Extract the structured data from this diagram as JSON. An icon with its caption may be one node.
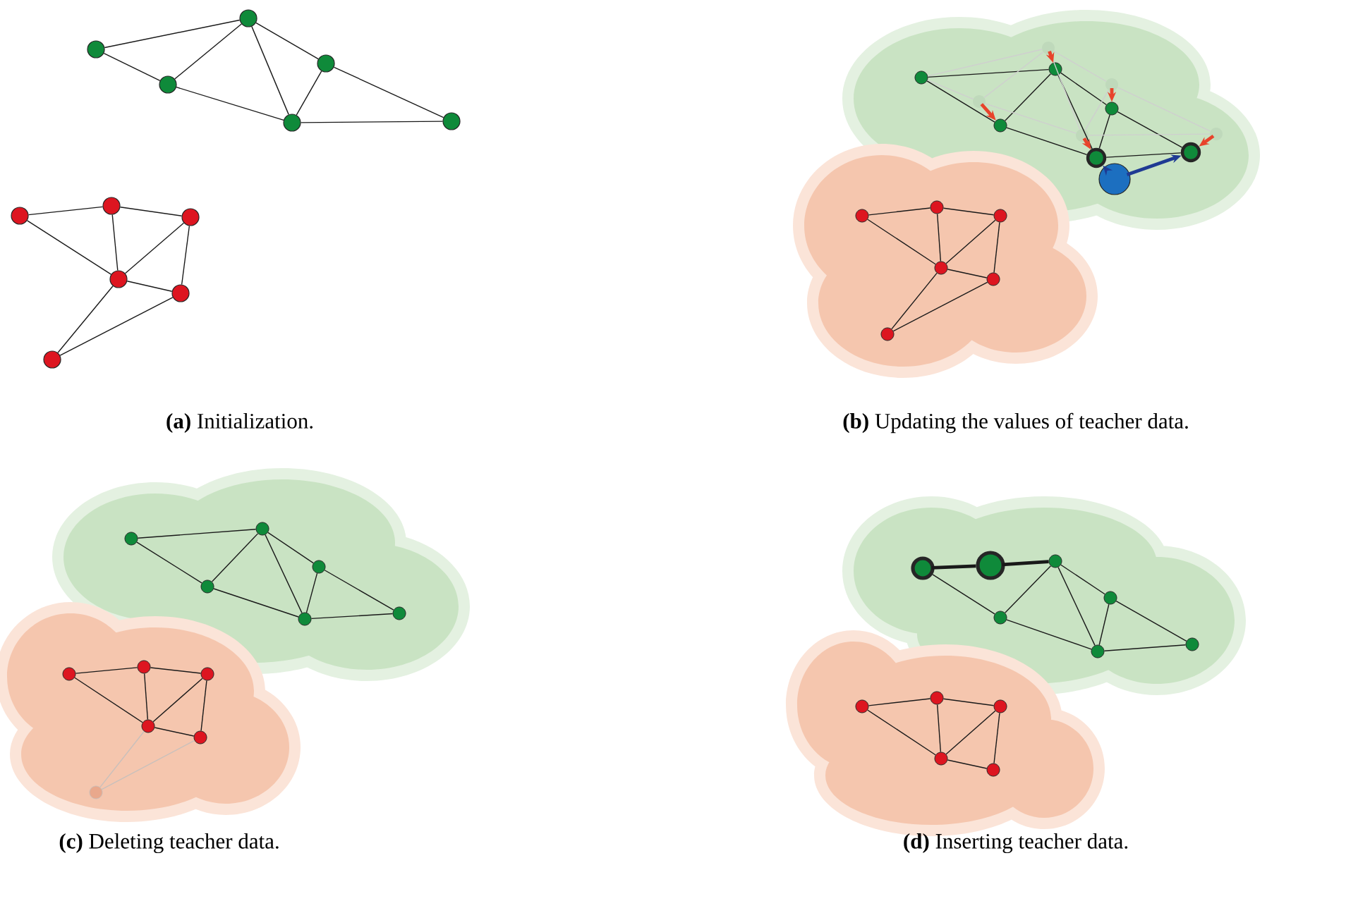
{
  "diagram": {
    "nodes": [
      {
        "text": [],
        "shape": "circle"
      },
      {
        "text": [],
        "shape": "circle"
      },
      {
        "text": [],
        "shape": "circle"
      },
      {
        "text": [],
        "shape": "circle"
      },
      {
        "text": [],
        "shape": "circle"
      },
      {
        "text": [],
        "shape": "circle"
      },
      {
        "text": [],
        "shape": "circle"
      },
      {
        "text": [],
        "shape": "circle"
      },
      {
        "text": [],
        "shape": "circle"
      },
      {
        "text": [],
        "shape": "circle"
      },
      {
        "text": [],
        "shape": "circle"
      },
      {
        "text": [],
        "shape": "circle"
      },
      {
        "text": [],
        "shape": "circle"
      },
      {
        "text": [],
        "shape": "circle"
      },
      {
        "text": [],
        "shape": "circle"
      },
      {
        "text": [],
        "shape": "circle"
      },
      {
        "text": [],
        "shape": "circle"
      },
      {
        "text": [],
        "shape": "circle"
      },
      {
        "text": [],
        "shape": "circle"
      },
      {
        "text": [],
        "shape": "circle"
      },
      {
        "text": [],
        "shape": "circle"
      },
      {
        "text": [],
        "shape": "circle"
      },
      {
        "text": [],
        "shape": "circle"
      },
      {
        "text": [],
        "shape": "circle"
      },
      {
        "text": [],
        "shape": "circle"
      },
      {
        "text": [],
        "shape": "circle"
      },
      {
        "text": [],
        "shape": "circle"
      },
      {
        "text": [],
        "shape": "circle"
      },
      {
        "text": [],
        "shape": "circle"
      },
      {
        "text": [],
        "shape": "circle"
      },
      {
        "text": [],
        "shape": "circle"
      },
      {
        "text": [],
        "shape": "circle"
      },
      {
        "text": [],
        "shape": "circle"
      },
      {
        "text": [],
        "shape": "circle"
      },
      {
        "text": [],
        "shape": "circle"
      },
      {
        "text": [],
        "shape": "circle"
      },
      {
        "text": [],
        "shape": "circle"
      },
      {
        "text": [],
        "shape": "circle"
      },
      {
        "text": [],
        "shape": "circle"
      },
      {
        "text": [],
        "shape": "circle"
      },
      {
        "text": [],
        "shape": "circle"
      },
      {
        "text": [],
        "shape": "circle"
      },
      {
        "text": [],
        "shape": "circle"
      },
      {
        "text": [],
        "shape": "circle"
      },
      {
        "text": [],
        "shape": "circle"
      },
      {
        "text": [],
        "shape": "circle"
      },
      {
        "text": [],
        "shape": "circle"
      },
      {
        "text": [],
        "shape": "circle"
      },
      {
        "text": [],
        "shape": "circle"
      },
      {
        "text": [],
        "shape": "circle"
      },
      {
        "text": [],
        "shape": "circle"
      },
      {
        "text": [],
        "shape": "circle"
      },
      {
        "text": [],
        "shape": "circle"
      },
      {
        "text": [],
        "shape": "circle"
      }
    ],
    "edges": [
      {
        "from": 0,
        "to": 1,
        "arrow": "none"
      },
      {
        "from": 0,
        "to": 2,
        "arrow": "none"
      },
      {
        "from": 2,
        "to": 1,
        "arrow": "none"
      },
      {
        "from": 1,
        "to": 4,
        "arrow": "none"
      },
      {
        "from": 1,
        "to": 3,
        "arrow": "none"
      },
      {
        "from": 2,
        "to": 4,
        "arrow": "none"
      },
      {
        "from": 3,
        "to": 4,
        "arrow": "none"
      },
      {
        "from": 3,
        "to": 5,
        "arrow": "none"
      },
      {
        "from": 4,
        "to": 5,
        "arrow": "none"
      },
      {
        "from": 6,
        "to": 7,
        "arrow": "none"
      },
      {
        "from": 7,
        "to": 8,
        "arrow": "none"
      },
      {
        "from": 6,
        "to": 9,
        "arrow": "none"
      },
      {
        "from": 7,
        "to": 9,
        "arrow": "none"
      },
      {
        "from": 9,
        "to": 8,
        "arrow": "none"
      },
      {
        "from": 8,
        "to": 10,
        "arrow": "none"
      },
      {
        "from": 9,
        "to": 10,
        "arrow": "none"
      },
      {
        "from": 9,
        "to": 11,
        "arrow": "none"
      },
      {
        "from": 11,
        "to": 10,
        "arrow": "none"
      },
      {
        "from": 12,
        "to": 13,
        "arrow": "none"
      },
      {
        "from": 12,
        "to": 14,
        "arrow": "none"
      },
      {
        "from": 14,
        "to": 13,
        "arrow": "none"
      },
      {
        "from": 13,
        "to": 16,
        "arrow": "none"
      },
      {
        "from": 13,
        "to": 15,
        "arrow": "none"
      },
      {
        "from": 14,
        "to": 16,
        "arrow": "none"
      },
      {
        "from": 15,
        "to": 16,
        "arrow": "none"
      },
      {
        "from": 15,
        "to": 17,
        "arrow": "none"
      },
      {
        "from": 16,
        "to": 17,
        "arrow": "none"
      },
      {
        "from": 18,
        "to": 17,
        "arrow": "to",
        "style": "thick",
        "color": "#1f3a93"
      },
      {
        "from": 18,
        "to": 16,
        "arrow": "to",
        "color": "#1f3a93"
      },
      {
        "from": 19,
        "to": 20,
        "arrow": "none"
      },
      {
        "from": 20,
        "to": 21,
        "arrow": "none"
      },
      {
        "from": 19,
        "to": 22,
        "arrow": "none"
      },
      {
        "from": 20,
        "to": 22,
        "arrow": "none"
      },
      {
        "from": 22,
        "to": 21,
        "arrow": "none"
      },
      {
        "from": 21,
        "to": 23,
        "arrow": "none"
      },
      {
        "from": 22,
        "to": 23,
        "arrow": "none"
      },
      {
        "from": 22,
        "to": 24,
        "arrow": "none"
      },
      {
        "from": 24,
        "to": 23,
        "arrow": "none"
      },
      {
        "from": 25,
        "to": 26,
        "arrow": "none"
      },
      {
        "from": 25,
        "to": 27,
        "arrow": "none"
      },
      {
        "from": 27,
        "to": 26,
        "arrow": "none"
      },
      {
        "from": 26,
        "to": 29,
        "arrow": "none"
      },
      {
        "from": 26,
        "to": 28,
        "arrow": "none"
      },
      {
        "from": 27,
        "to": 29,
        "arrow": "none"
      },
      {
        "from": 28,
        "to": 29,
        "arrow": "none"
      },
      {
        "from": 28,
        "to": 30,
        "arrow": "none"
      },
      {
        "from": 29,
        "to": 30,
        "arrow": "none"
      },
      {
        "from": 31,
        "to": 32,
        "arrow": "none"
      },
      {
        "from": 32,
        "to": 33,
        "arrow": "none"
      },
      {
        "from": 31,
        "to": 34,
        "arrow": "none"
      },
      {
        "from": 32,
        "to": 34,
        "arrow": "none"
      },
      {
        "from": 34,
        "to": 33,
        "arrow": "none"
      },
      {
        "from": 33,
        "to": 35,
        "arrow": "none"
      },
      {
        "from": 34,
        "to": 35,
        "arrow": "none"
      },
      {
        "from": 36,
        "to": 37,
        "arrow": "none",
        "style": "thick"
      },
      {
        "from": 37,
        "to": 38,
        "arrow": "none",
        "style": "thick"
      },
      {
        "from": 36,
        "to": 39,
        "arrow": "none"
      },
      {
        "from": 39,
        "to": 38,
        "arrow": "none"
      },
      {
        "from": 38,
        "to": 41,
        "arrow": "none"
      },
      {
        "from": 38,
        "to": 40,
        "arrow": "none"
      },
      {
        "from": 39,
        "to": 41,
        "arrow": "none"
      },
      {
        "from": 40,
        "to": 41,
        "arrow": "none"
      },
      {
        "from": 40,
        "to": 42,
        "arrow": "none"
      },
      {
        "from": 41,
        "to": 42,
        "arrow": "none"
      },
      {
        "from": 43,
        "to": 44,
        "arrow": "none"
      },
      {
        "from": 44,
        "to": 45,
        "arrow": "none"
      },
      {
        "from": 43,
        "to": 46,
        "arrow": "none"
      },
      {
        "from": 44,
        "to": 46,
        "arrow": "none"
      },
      {
        "from": 46,
        "to": 45,
        "arrow": "none"
      },
      {
        "from": 45,
        "to": 47,
        "arrow": "none"
      },
      {
        "from": 46,
        "to": 47,
        "arrow": "none"
      },
      {
        "from": 12,
        "to": 48,
        "arrow": "none",
        "color": "#cfcfcf"
      },
      {
        "from": 12,
        "to": 49,
        "arrow": "none",
        "color": "#cfcfcf"
      },
      {
        "from": 49,
        "to": 48,
        "arrow": "none",
        "color": "#cfcfcf"
      },
      {
        "from": 48,
        "to": 51,
        "arrow": "none",
        "color": "#cfcfcf"
      },
      {
        "from": 48,
        "to": 50,
        "arrow": "none",
        "color": "#cfcfcf"
      },
      {
        "from": 49,
        "to": 51,
        "arrow": "none",
        "color": "#cfcfcf"
      },
      {
        "from": 50,
        "to": 51,
        "arrow": "none",
        "color": "#cfcfcf"
      },
      {
        "from": 50,
        "to": 52,
        "arrow": "none",
        "color": "#cfcfcf"
      },
      {
        "from": 51,
        "to": 52,
        "arrow": "none",
        "color": "#cfcfcf"
      },
      {
        "from": 48,
        "to": 13,
        "arrow": "to",
        "style": "thick",
        "color": "#e8432b"
      },
      {
        "from": 49,
        "to": 14,
        "arrow": "to",
        "style": "thick",
        "color": "#e8432b"
      },
      {
        "from": 50,
        "to": 15,
        "arrow": "to",
        "style": "thick",
        "color": "#e8432b"
      },
      {
        "from": 51,
        "to": 16,
        "arrow": "to",
        "style": "thick",
        "color": "#e8432b"
      },
      {
        "from": 52,
        "to": 17,
        "arrow": "to",
        "style": "thick",
        "color": "#e8432b"
      },
      {
        "from": 53,
        "to": 34,
        "arrow": "none",
        "color": "#c8c0bc"
      },
      {
        "from": 53,
        "to": 35,
        "arrow": "none",
        "color": "#c8c0bc"
      }
    ],
    "labels": [
      "**(a)** Initialization.",
      "**(b)** Updating the values of teacher data.",
      "**(c)** Deleting teacher data.",
      "**(d)** Inserting teacher data."
    ]
  }
}
